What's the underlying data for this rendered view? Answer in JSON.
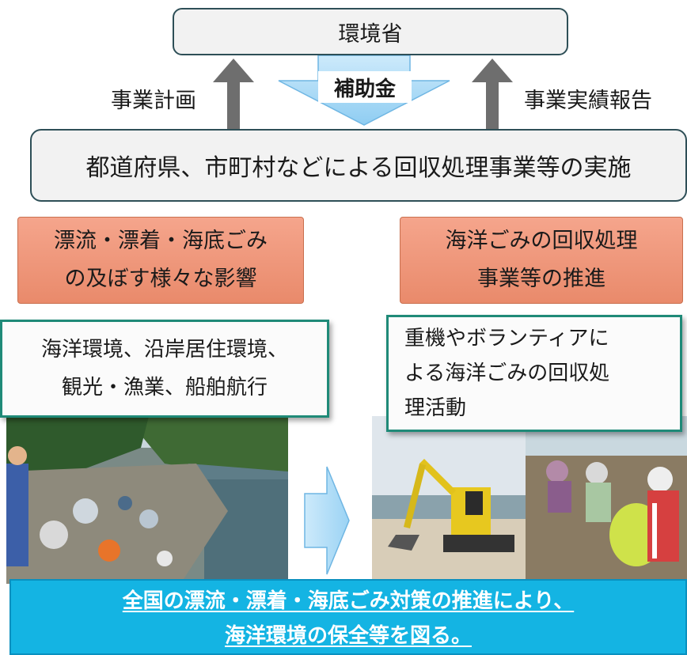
{
  "top_box": {
    "label": "環境省"
  },
  "subsidy": {
    "label": "補助金"
  },
  "left_label": "事業計画",
  "right_label": "事業実績報告",
  "middle_box": {
    "label": "都道府県、市町村などによる回収処理事業等の実施"
  },
  "left_orange": {
    "line1": "漂流・漂着・海底ごみ",
    "line2": "の及ぼす様々な影響"
  },
  "right_orange": {
    "line1": "海洋ごみの回収処理",
    "line2": "事業等の推進"
  },
  "left_teal": {
    "line1": "海洋環境、沿岸居住環境、",
    "line2": "観光・漁業、船舶航行"
  },
  "right_teal": {
    "line1": "重機やボランティアに",
    "line2": "よる海洋ごみの回収処",
    "line3": "理活動"
  },
  "bottom": {
    "line1": "全国の漂流・漂着・海底ごみ対策の推進により、",
    "line2": "海洋環境の保全等を図る。"
  },
  "colors": {
    "box_border": "#2e4f57",
    "orange": "#e98a6b",
    "teal_border": "#1f8a78",
    "bottom_bar": "#14b4e3",
    "arrow_blue": "#a9d8f5"
  },
  "icons": [
    "up-arrow-icon",
    "down-arrow-icon",
    "right-arrow-icon"
  ]
}
